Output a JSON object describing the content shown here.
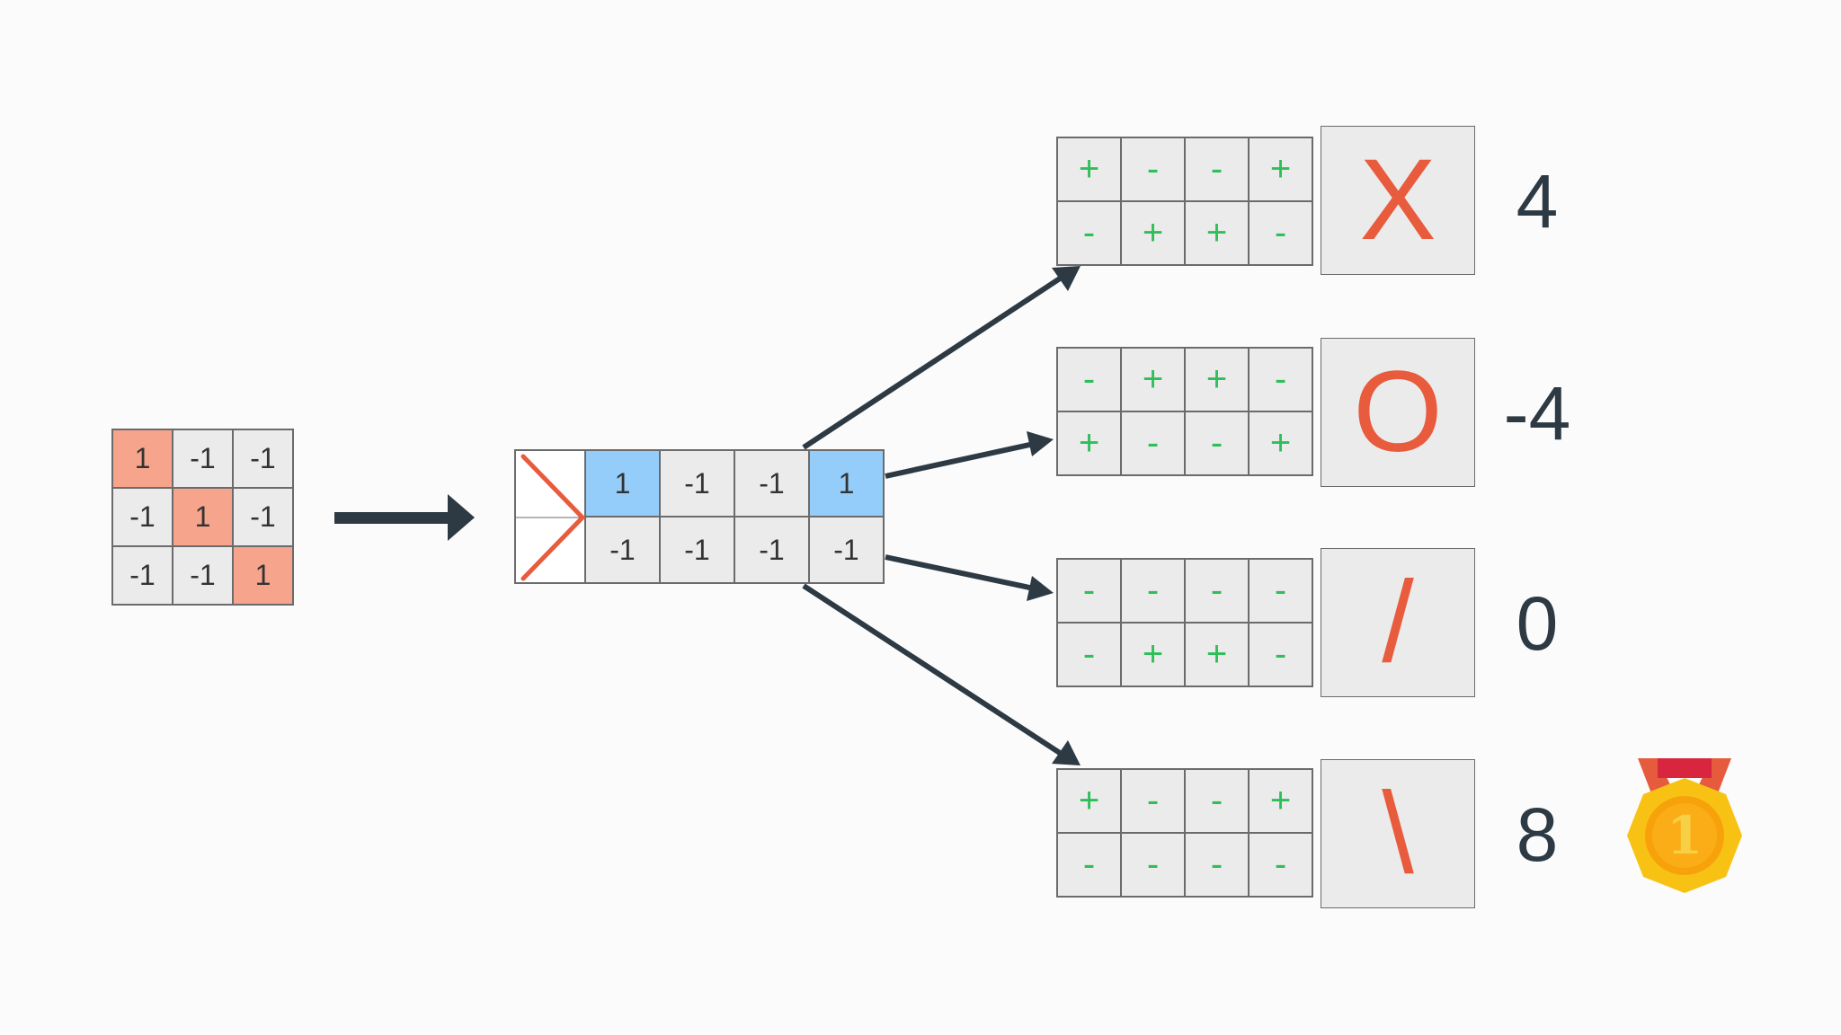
{
  "input_grid": {
    "cells": [
      "1",
      "-1",
      "-1",
      "-1",
      "1",
      "-1",
      "-1",
      "-1",
      "1"
    ],
    "highlight": [
      true,
      false,
      false,
      false,
      true,
      false,
      false,
      false,
      true
    ]
  },
  "feature_grid": {
    "top_row": [
      "1",
      "-1",
      "-1",
      "1"
    ],
    "bottom_row": [
      "-1",
      "-1",
      "-1",
      "-1"
    ],
    "top_highlight": [
      true,
      false,
      false,
      true
    ],
    "chevron_icon": "red-chevron-icon"
  },
  "outputs": [
    {
      "signs": [
        "+",
        "-",
        "-",
        "+",
        "-",
        "+",
        "+",
        "-"
      ],
      "symbol": "X",
      "score": "4"
    },
    {
      "signs": [
        "-",
        "+",
        "+",
        "-",
        "+",
        "-",
        "-",
        "+"
      ],
      "symbol": "O",
      "score": "-4"
    },
    {
      "signs": [
        "-",
        "-",
        "-",
        "-",
        "-",
        "+",
        "+",
        "-"
      ],
      "symbol": "/",
      "score": "0"
    },
    {
      "signs": [
        "+",
        "-",
        "-",
        "+",
        "-",
        "-",
        "-",
        "-"
      ],
      "symbol": "\\",
      "score": "8"
    }
  ],
  "winner_icon": "gold-medal-icon",
  "colors": {
    "highlight_red": "#f7a48d",
    "highlight_blue": "#94cdfa",
    "accent_red": "#e85b3c",
    "sign_green": "#2fbf5a",
    "arrow": "#2d3a44"
  }
}
